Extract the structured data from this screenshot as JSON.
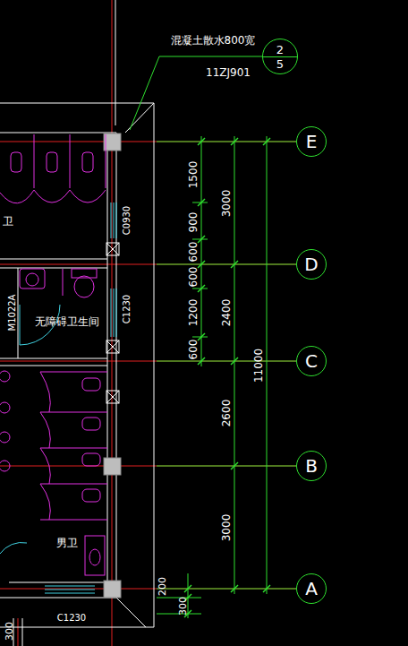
{
  "diagram": {
    "nodes": [
      {
        "text": [
          "2",
          "5"
        ]
      },
      {
        "text": [
          "E"
        ]
      },
      {
        "text": [
          "D"
        ]
      },
      {
        "text": [
          "C"
        ]
      },
      {
        "text": [
          "B"
        ]
      },
      {
        "text": [
          "A"
        ]
      }
    ],
    "labels": [
      "混凝土散水800宽",
      "11ZJ901",
      "1500",
      "900",
      "600",
      "600",
      "1200",
      "600",
      "3000",
      "2400",
      "2600",
      "3000",
      "11000",
      "200",
      "300",
      "300",
      "C0930",
      "C1230",
      "M1022A",
      "无障碍卫生间",
      "男卫",
      "C1230",
      "卫"
    ]
  }
}
